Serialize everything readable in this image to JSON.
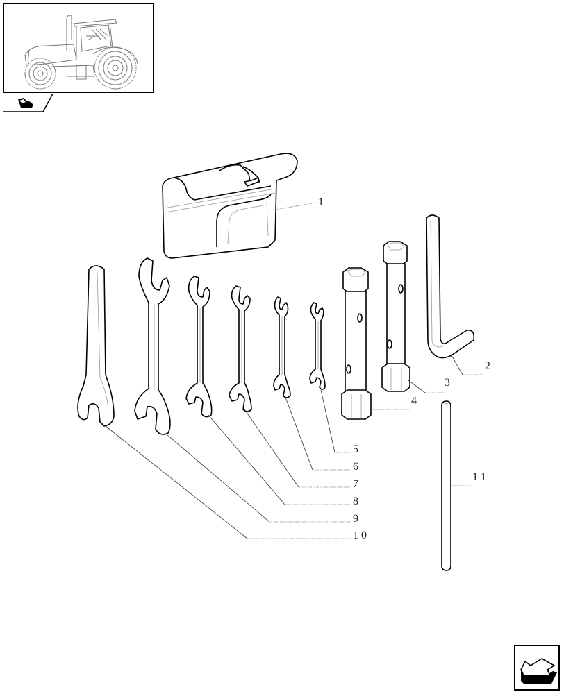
{
  "thumbnail": {
    "subject": "tractor-side-view",
    "tab_icon": "book-pages-icon"
  },
  "diagram": {
    "title": "",
    "parts": [
      {
        "ref": "1",
        "name": "tool-bag"
      },
      {
        "ref": "2",
        "name": "hex-key-l-wrench"
      },
      {
        "ref": "3",
        "name": "tube-socket-wrench-small"
      },
      {
        "ref": "4",
        "name": "tube-socket-wrench-large"
      },
      {
        "ref": "5",
        "name": "double-open-end-wrench-xs"
      },
      {
        "ref": "6",
        "name": "double-open-end-wrench-s"
      },
      {
        "ref": "7",
        "name": "double-open-end-wrench-m"
      },
      {
        "ref": "8",
        "name": "double-open-end-wrench-l"
      },
      {
        "ref": "9",
        "name": "double-open-end-wrench-xl"
      },
      {
        "ref": "10",
        "name": "single-open-end-wrench"
      },
      {
        "ref": "11",
        "name": "tommy-bar-rod"
      }
    ],
    "labels": {
      "l1": "1",
      "l2": "2",
      "l3": "3",
      "l4": "4",
      "l5": "5",
      "l6": "6",
      "l7": "7",
      "l8": "8",
      "l9": "9",
      "l10": "1 0",
      "l11": "1 1"
    }
  },
  "navigation": {
    "back_icon": "arrow-back-icon"
  }
}
